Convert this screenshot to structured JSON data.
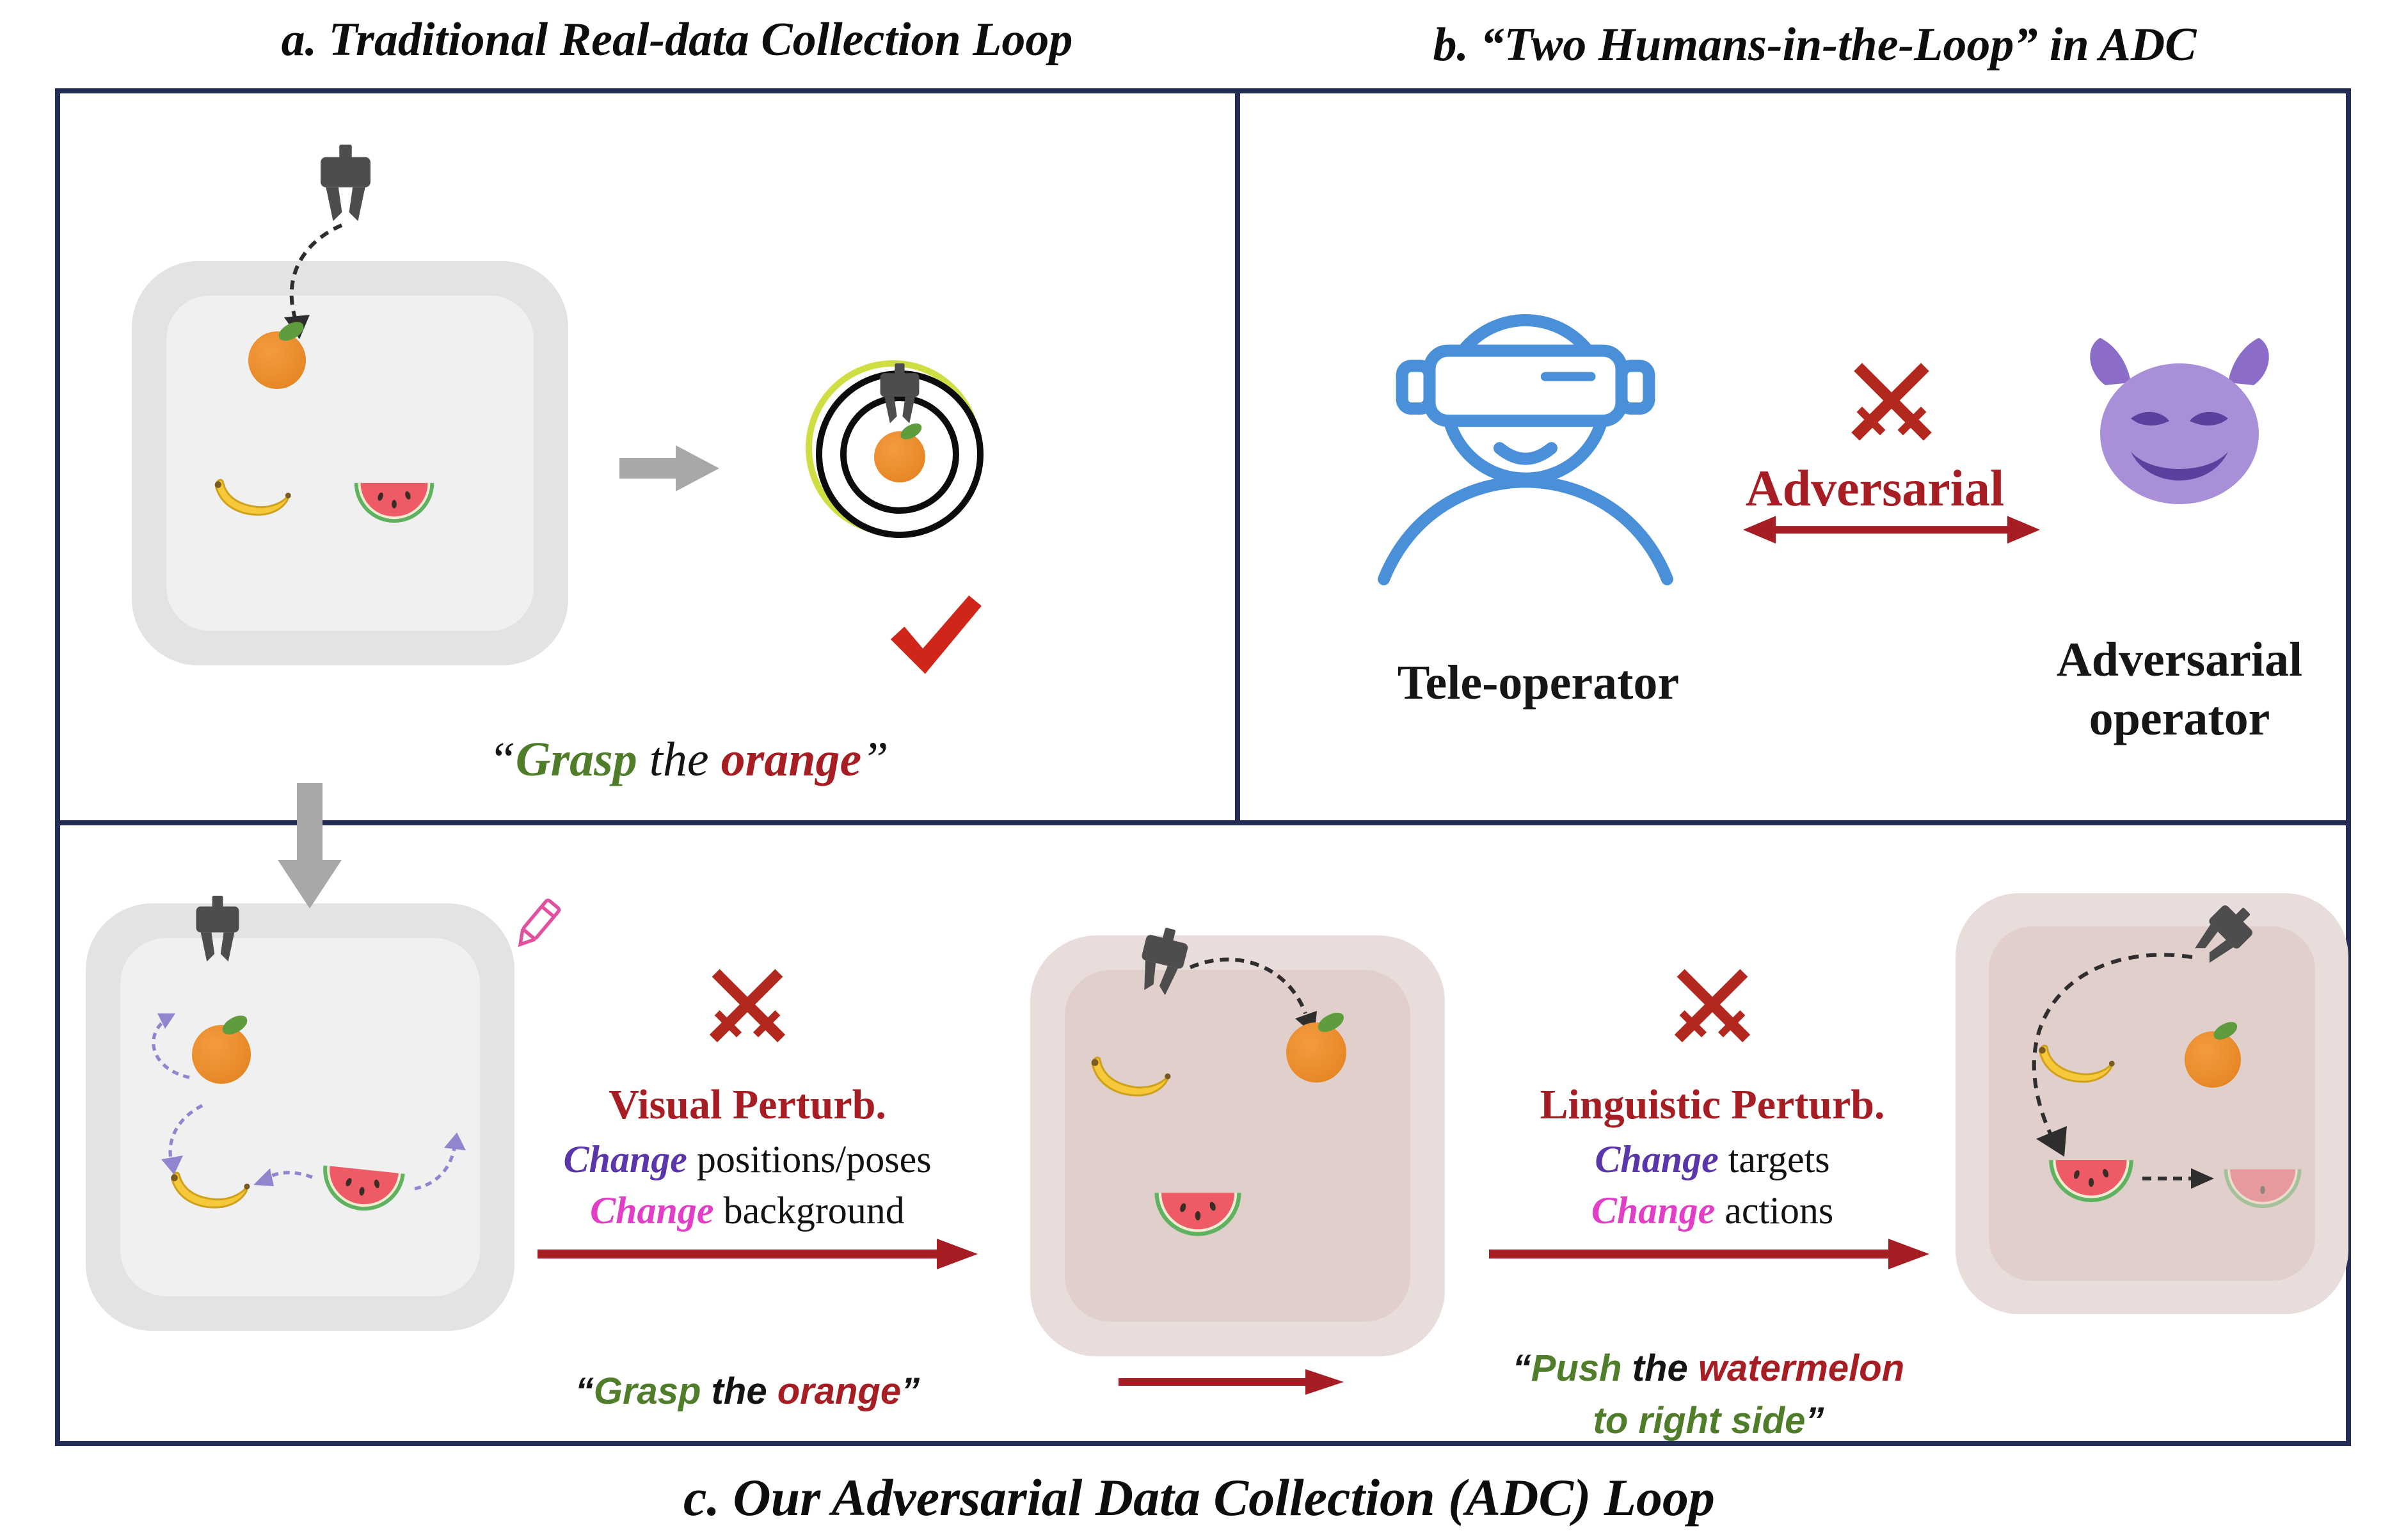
{
  "panel_a": {
    "title": "a. Traditional Real-data Collection Loop",
    "caption": {
      "open": "“",
      "verb": "Grasp",
      "mid": " the ",
      "object": "orange",
      "close": "”"
    }
  },
  "panel_b": {
    "title": "b. “Two Humans-in-the-Loop” in ADC",
    "tele_operator_label": "Tele-operator",
    "adversarial_label": "Adversarial",
    "adversarial_operator_line1": "Adversarial",
    "adversarial_operator_line2": "operator"
  },
  "panel_c": {
    "title": "c. Our Adversarial Data Collection (ADC) Loop",
    "visual_perturb": {
      "title": "Visual Perturb.",
      "line1": {
        "emph": "Change",
        "rest": " positions/poses"
      },
      "line2": {
        "emph": "Change",
        "rest": " background"
      }
    },
    "linguistic_perturb": {
      "title": "Linguistic Perturb.",
      "line1": {
        "emph": "Change",
        "rest": " targets"
      },
      "line2": {
        "emph": "Change",
        "rest": " actions"
      }
    },
    "caption_grasp": {
      "open": "“",
      "verb": "Grasp",
      "mid": " the ",
      "object": "orange",
      "close": "”"
    },
    "caption_push": {
      "open": "“",
      "verb": "Push",
      "mid": " the ",
      "object": "watermelon",
      "line2": "to right side",
      "close": "”"
    }
  },
  "icons": {
    "gripper": "robot-gripper-icon",
    "crossed_swords": "crossed-swords-icon",
    "devil": "devil-face-icon",
    "vr_operator": "vr-teleoperator-icon",
    "pencil": "pencil-icon",
    "checkmark": "checkmark-icon"
  },
  "colors": {
    "border_navy": "#242e55",
    "dark_red": "#a61d23",
    "check_red": "#d0261a",
    "green": "#507d2a",
    "purple": "#5b36aa",
    "magenta": "#e23fc8",
    "operator_blue": "#4a90d9",
    "devil_purple": "#a98fd8",
    "gray_arrow": "#a8a8a8"
  }
}
